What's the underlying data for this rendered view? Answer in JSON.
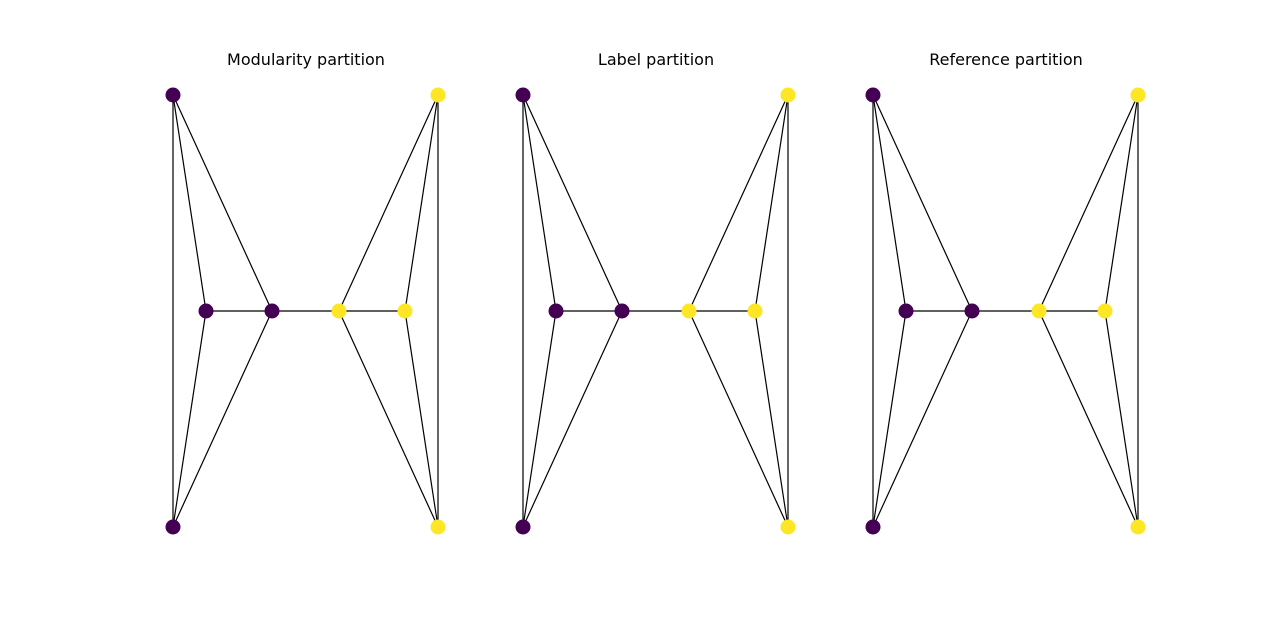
{
  "colors": {
    "purple": "#440154",
    "yellow": "#fde725",
    "edge": "#000000"
  },
  "panels": [
    {
      "title": "Modularity partition",
      "partition": [
        0,
        0,
        0,
        0,
        1,
        1,
        1,
        1
      ]
    },
    {
      "title": "Label partition",
      "partition": [
        0,
        0,
        0,
        0,
        1,
        1,
        1,
        1
      ]
    },
    {
      "title": "Reference partition",
      "partition": [
        0,
        0,
        0,
        0,
        1,
        1,
        1,
        1
      ]
    }
  ],
  "edges": [
    [
      0,
      1
    ],
    [
      0,
      2
    ],
    [
      0,
      3
    ],
    [
      1,
      2
    ],
    [
      1,
      3
    ],
    [
      2,
      3
    ],
    [
      3,
      4
    ],
    [
      4,
      5
    ],
    [
      4,
      6
    ],
    [
      4,
      7
    ],
    [
      5,
      6
    ],
    [
      5,
      7
    ],
    [
      6,
      7
    ]
  ]
}
